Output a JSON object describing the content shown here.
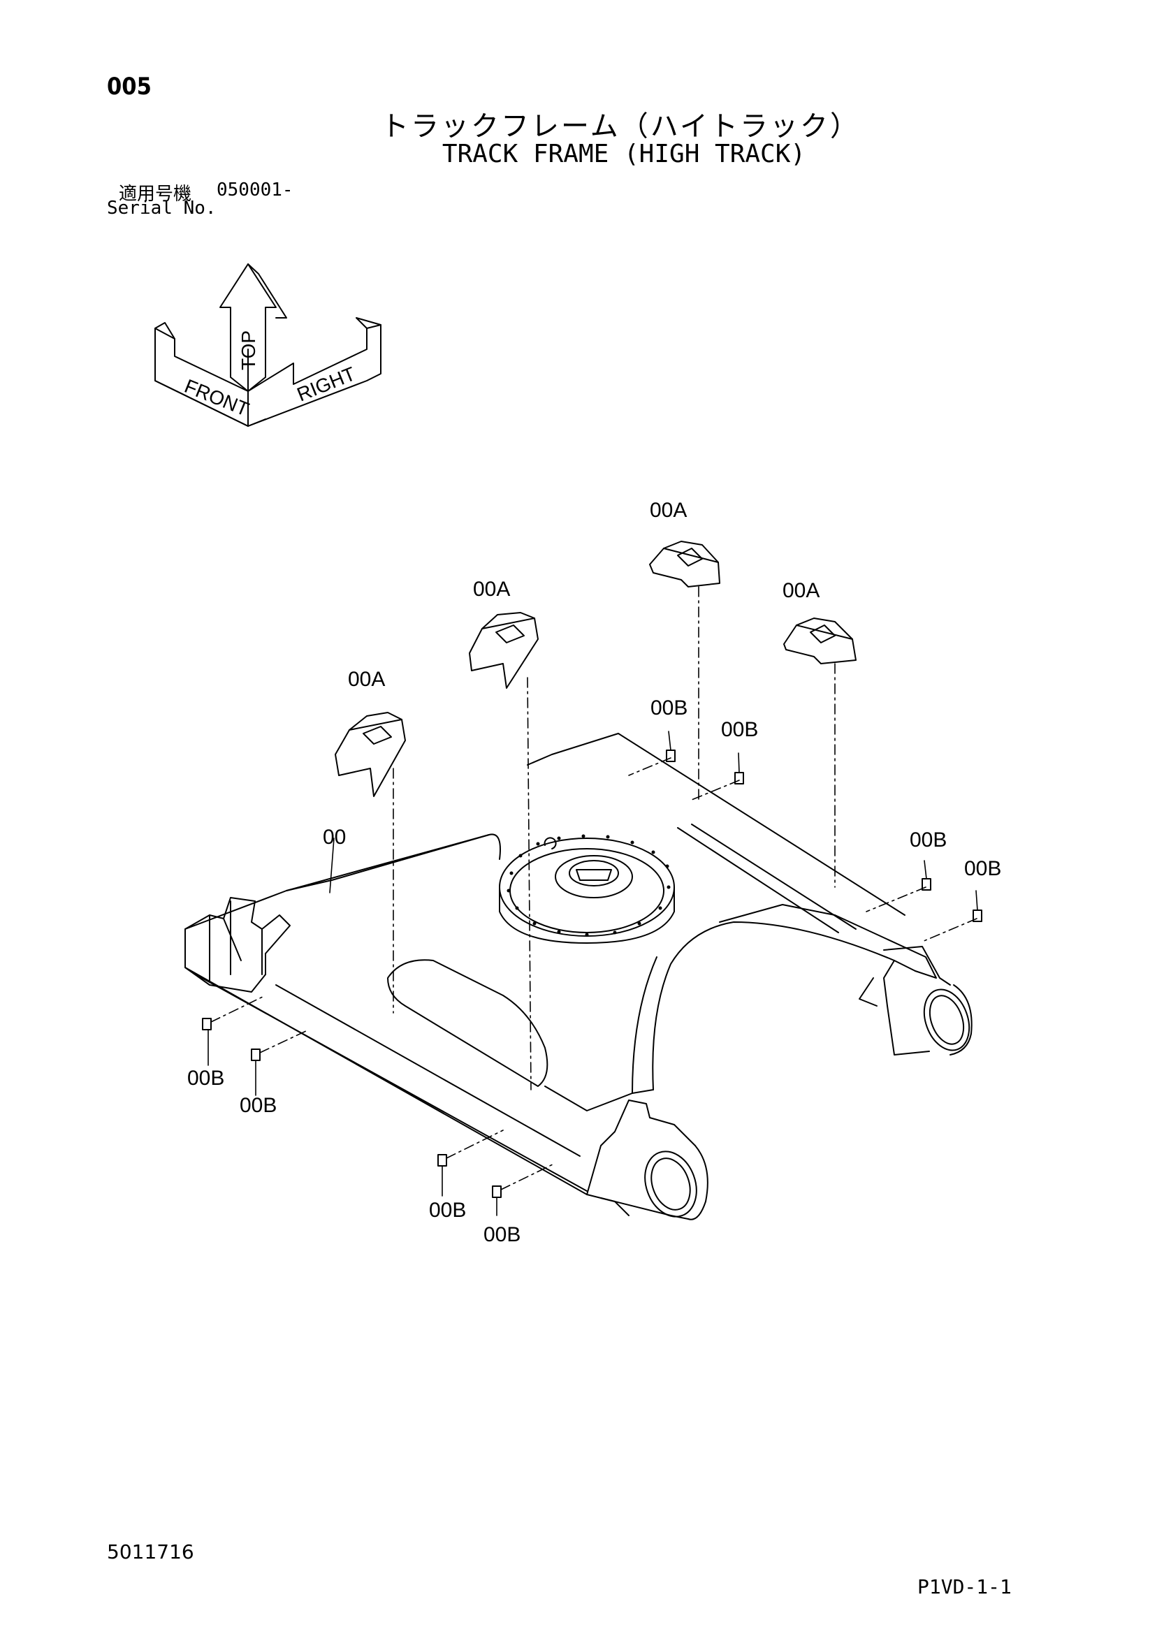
{
  "header": {
    "page_number": "005",
    "title_jp": "トラックフレーム（ハイトラック）",
    "title_en": "TRACK FRAME (HIGH TRACK)",
    "serial_label_jp": "適用号機",
    "serial_value": "050001-",
    "serial_label_en": "Serial No."
  },
  "orientation_indicator": {
    "labels": [
      "FRONT",
      "TOP",
      "RIGHT"
    ]
  },
  "callouts": [
    {
      "id": "c1",
      "label": "00A"
    },
    {
      "id": "c2",
      "label": "00A"
    },
    {
      "id": "c3",
      "label": "00A"
    },
    {
      "id": "c4",
      "label": "00A"
    },
    {
      "id": "c5",
      "label": "00B"
    },
    {
      "id": "c6",
      "label": "00B"
    },
    {
      "id": "c7",
      "label": "00"
    },
    {
      "id": "c8",
      "label": "00B"
    },
    {
      "id": "c9",
      "label": "00B"
    },
    {
      "id": "c10",
      "label": "00B"
    },
    {
      "id": "c11",
      "label": "00B"
    },
    {
      "id": "c12",
      "label": "00B"
    },
    {
      "id": "c13",
      "label": "00B"
    }
  ],
  "footer": {
    "document_number": "5011716",
    "sheet_number": "P1VD-1-1"
  }
}
